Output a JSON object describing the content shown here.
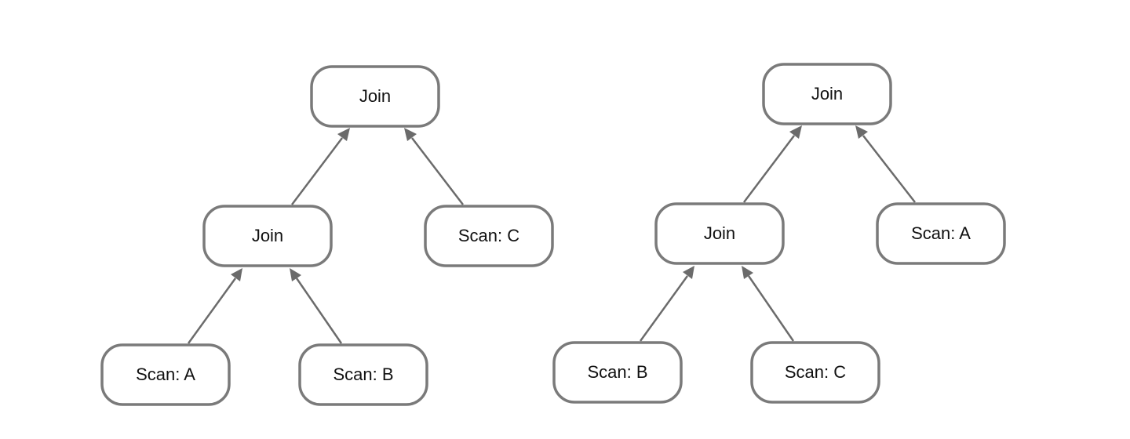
{
  "trees": [
    {
      "name": "left",
      "nodes": [
        {
          "id": "join-root",
          "label": "Join"
        },
        {
          "id": "join-inner",
          "label": "Join"
        },
        {
          "id": "scan-c",
          "label": "Scan: C"
        },
        {
          "id": "scan-a",
          "label": "Scan: A"
        },
        {
          "id": "scan-b",
          "label": "Scan: B"
        }
      ],
      "edges": [
        {
          "from": "join-inner",
          "to": "join-root"
        },
        {
          "from": "scan-c",
          "to": "join-root"
        },
        {
          "from": "scan-a",
          "to": "join-inner"
        },
        {
          "from": "scan-b",
          "to": "join-inner"
        }
      ]
    },
    {
      "name": "right",
      "nodes": [
        {
          "id": "join-root",
          "label": "Join"
        },
        {
          "id": "join-inner",
          "label": "Join"
        },
        {
          "id": "scan-a",
          "label": "Scan: A"
        },
        {
          "id": "scan-b",
          "label": "Scan: B"
        },
        {
          "id": "scan-c",
          "label": "Scan: C"
        }
      ],
      "edges": [
        {
          "from": "join-inner",
          "to": "join-root"
        },
        {
          "from": "scan-a",
          "to": "join-root"
        },
        {
          "from": "scan-b",
          "to": "join-inner"
        },
        {
          "from": "scan-c",
          "to": "join-inner"
        }
      ]
    }
  ],
  "colors": {
    "node_stroke": "#7a7a7a",
    "node_fill": "#ffffff",
    "edge": "#6b6b6b",
    "text": "#111111"
  }
}
